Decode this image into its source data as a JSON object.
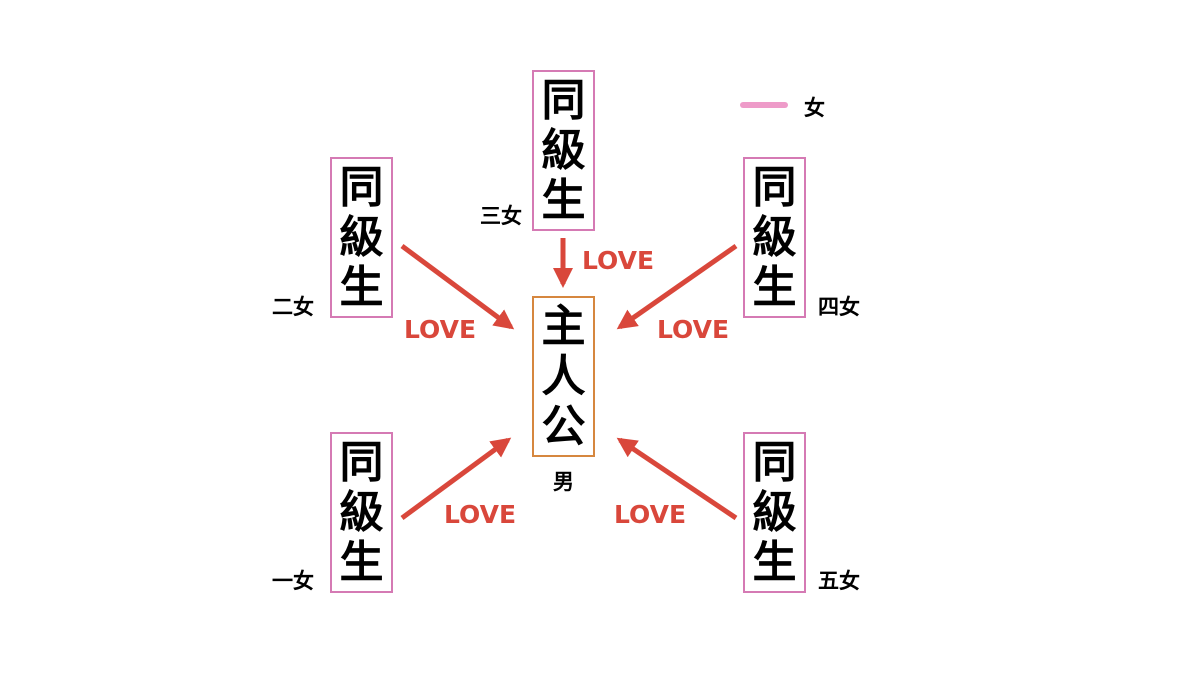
{
  "legend": {
    "line_color": "#ee9bc9",
    "label": "女"
  },
  "center": {
    "chars": [
      "主",
      "人",
      "公"
    ],
    "label": "男",
    "border_color": "#d6873f"
  },
  "classmates": [
    {
      "id": "one",
      "chars": [
        "同",
        "級",
        "生"
      ],
      "label": "一女"
    },
    {
      "id": "two",
      "chars": [
        "同",
        "級",
        "生"
      ],
      "label": "二女"
    },
    {
      "id": "three",
      "chars": [
        "同",
        "級",
        "生"
      ],
      "label": "三女"
    },
    {
      "id": "four",
      "chars": [
        "同",
        "級",
        "生"
      ],
      "label": "四女"
    },
    {
      "id": "five",
      "chars": [
        "同",
        "級",
        "生"
      ],
      "label": "五女"
    }
  ],
  "arrows": [
    {
      "from": "three",
      "to": "center",
      "label": "LOVE"
    },
    {
      "from": "two",
      "to": "center",
      "label": "LOVE"
    },
    {
      "from": "four",
      "to": "center",
      "label": "LOVE"
    },
    {
      "from": "one",
      "to": "center",
      "label": "LOVE"
    },
    {
      "from": "five",
      "to": "center",
      "label": "LOVE"
    }
  ],
  "colors": {
    "classmate_border": "#d57ab4",
    "arrow": "#d9473b",
    "love_text": "#d9473b"
  }
}
